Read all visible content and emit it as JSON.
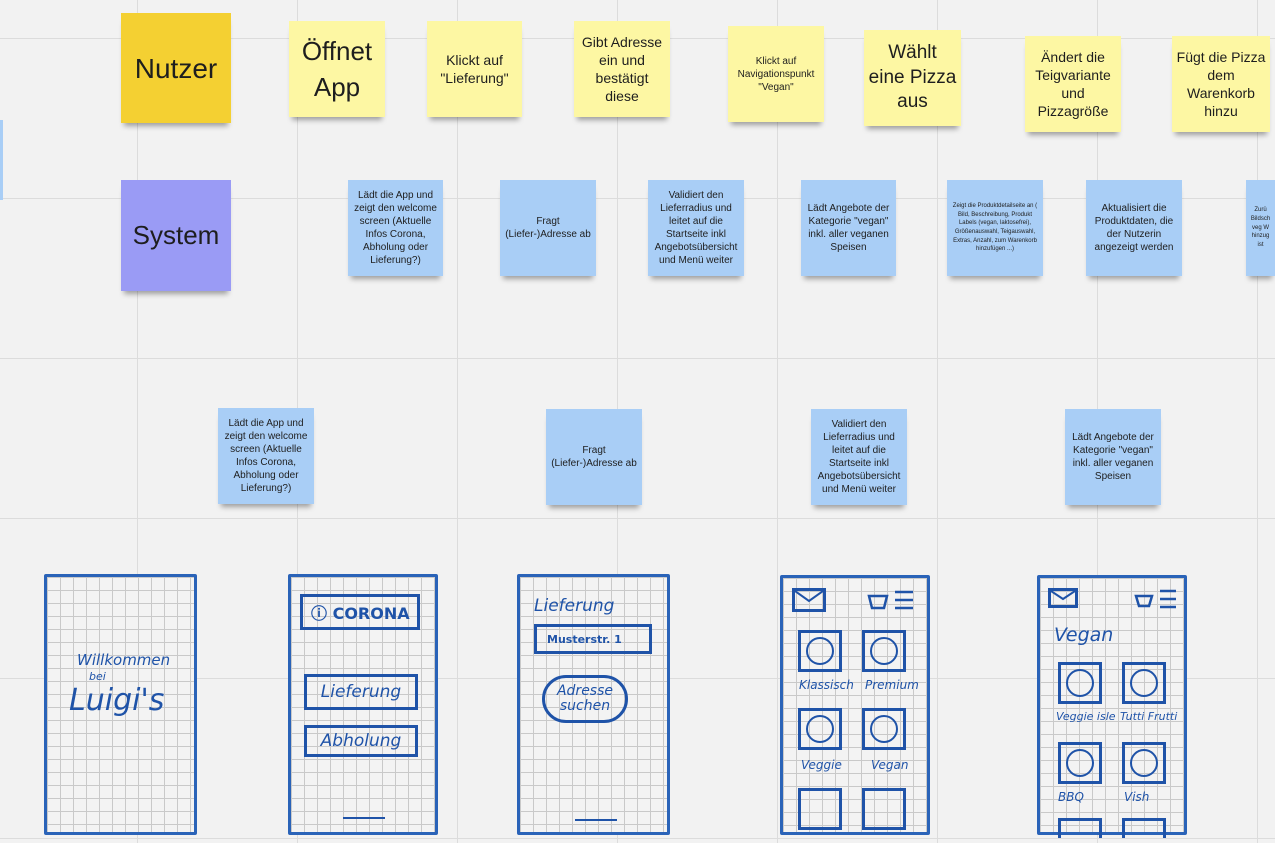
{
  "rows": {
    "user": "Nutzer",
    "system": "System"
  },
  "user_notes": [
    "Öffnet App",
    "Klickt auf \"Lieferung\"",
    "Gibt Adresse ein und bestätigt diese",
    "Klickt auf Navigationspunkt \"Vegan\"",
    "Wählt eine Pizza aus",
    "Ändert die Teigvariante und Pizzagröße",
    "Fügt die Pizza dem Warenkorb hinzu"
  ],
  "system_notes": [
    "Lädt die App und zeigt den welcome screen (Aktuelle Infos Corona, Abholung oder Lieferung?)",
    "Fragt (Liefer-)Adresse ab",
    "Validiert den Lieferradius und leitet auf die Startseite inkl Angebotsübersicht und Menü weiter",
    "Lädt Angebote der Kategorie \"vegan\" inkl. aller veganen Speisen",
    "Zeigt die Produktdetailseite an ( Bild, Beschreibung, Produkt Labels (vegan, laktosefrei), Größenauswahl, Teigauswahl, Extras, Anzahl, zum Warenkorb hinzufügen ...)",
    "Aktualisiert die Produktdaten, die der Nutzerin angezeigt werden",
    "Zurü Bildsch veg W hinzug ist"
  ],
  "lower_notes": [
    "Lädt die App und zeigt den welcome screen (Aktuelle Infos Corona, Abholung oder Lieferung?)",
    "Fragt (Liefer-)Adresse ab",
    "Validiert den Lieferradius und leitet auf die Startseite inkl Angebotsübersicht und Menü weiter",
    "Lädt Angebote der Kategorie \"vegan\" inkl. aller veganen Speisen"
  ],
  "sketches": {
    "welcome": {
      "line1": "Willkommen",
      "line2": "bei",
      "line3": "Luigi's"
    },
    "start": {
      "info": "ⓘ CORONA",
      "delivery": "Lieferung",
      "pickup": "Abholung"
    },
    "address": {
      "title": "Lieferung",
      "street": "Musterstr. 1",
      "button": "Adresse suchen"
    },
    "menu": {
      "items": [
        "Klassisch",
        "Premium",
        "Veggie",
        "Vegan"
      ]
    },
    "vegan": {
      "title": "Vegan",
      "items": [
        "Veggie isle",
        "Tutti Frutti",
        "BBQ",
        "Vish"
      ]
    }
  },
  "colors": {
    "user_header": "#f4d032",
    "user_note": "#fdf7a3",
    "system_header": "#9a9bf5",
    "system_note": "#a9cef6",
    "ink": "#1f53a8"
  }
}
